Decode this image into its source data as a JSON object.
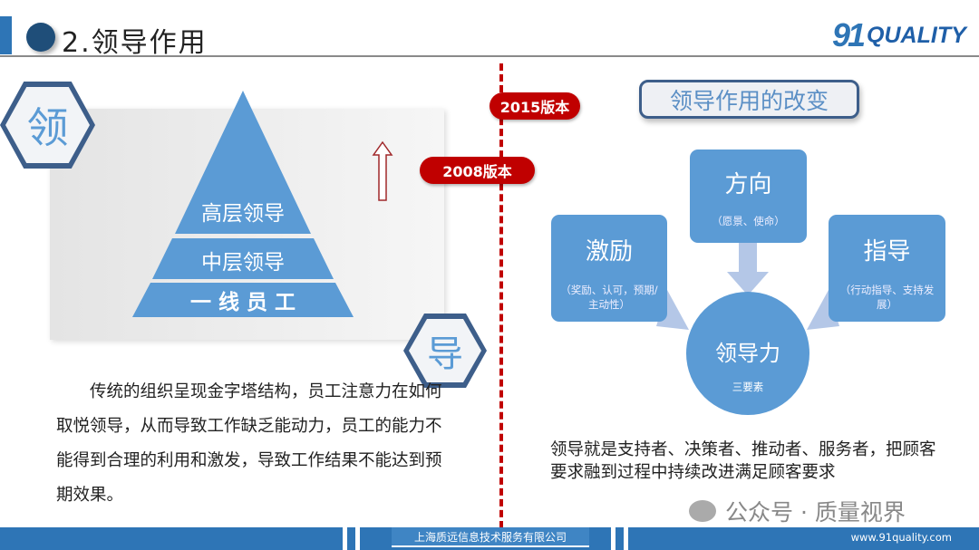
{
  "header": {
    "title": "2.领导作用",
    "logo_number": "91",
    "logo_text": "QUALITY"
  },
  "left": {
    "hex_top": "领",
    "hex_bottom": "导",
    "pyramid": [
      "高层领导",
      "中层领导",
      "一 线 员 工"
    ],
    "paragraph": "传统的组织呈现金字塔结构，员工注意力在如何取悦领导，从而导致工作缺乏能动力，员工的能力不能得到合理的利用和激发，导致工作结果不能达到预期效果。"
  },
  "timeline": {
    "v2015": "2015版本",
    "v2008": "2008版本",
    "color": "#c00000"
  },
  "right": {
    "title": "领导作用的改变",
    "direction": {
      "title": "方向",
      "sub": "（愿景、使命）"
    },
    "motivation": {
      "title": "激励",
      "sub": "（奖励、认可，预期/主动性）"
    },
    "guidance": {
      "title": "指导",
      "sub": "（行动指导、支持发展）"
    },
    "center": {
      "title": "领导力",
      "sub": "三要素"
    },
    "summary": "领导就是支持者、决策者、推动者、服务者，把顾客要求融到过程中持续改进满足顾客要求"
  },
  "watermark": "公众号 · 质量视界",
  "footer": {
    "company": "上海质远信息技术服务有限公司",
    "url": "www.91quality.com"
  },
  "colors": {
    "accent": "#5b9bd5",
    "dark": "#1f4e79",
    "footer": "#2e75b6"
  }
}
